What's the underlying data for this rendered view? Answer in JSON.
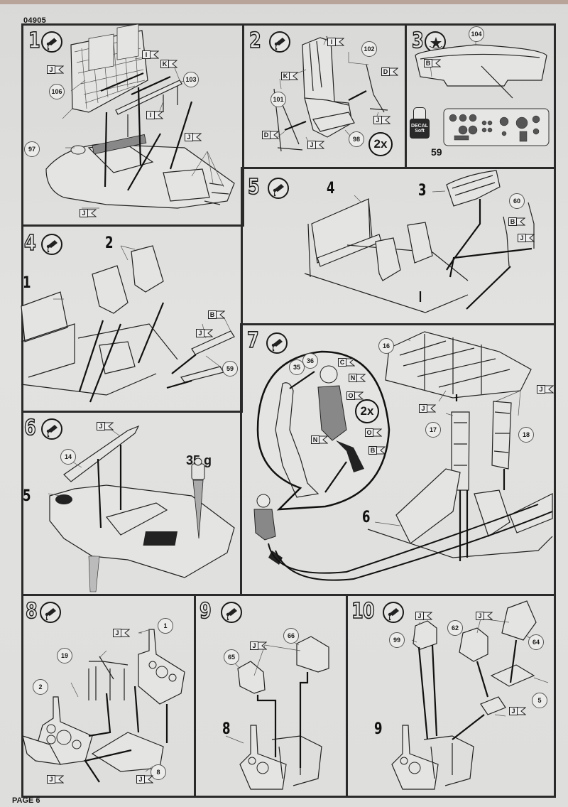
{
  "document": {
    "kit_number": "04905",
    "page_label": "PAGE 6",
    "type": "Model kit assembly instructions"
  },
  "icons": {
    "glue": "glue-tube-icon",
    "paint": "paint-star-icon",
    "part_flag": "color-flag-icon",
    "part_callout": "part-number-callout"
  },
  "steps": [
    {
      "number": "1",
      "icon": "glue",
      "parts": [
        "106",
        "103",
        "97"
      ],
      "color_flags": [
        "J",
        "I",
        "K",
        "I",
        "J",
        "J"
      ]
    },
    {
      "number": "2",
      "icon": "glue",
      "parts": [
        "101",
        "102",
        "98"
      ],
      "color_flags": [
        "I",
        "K",
        "D",
        "D",
        "J",
        "J"
      ],
      "multiplier": "2x"
    },
    {
      "number": "3",
      "icon": "paint",
      "parts": [
        "104"
      ],
      "color_flags": [
        "B"
      ],
      "decal_label": "DECAL Soft",
      "decal_number": "59"
    },
    {
      "number": "4",
      "icon": "glue",
      "subassemblies": [
        "1",
        "2"
      ],
      "parts": [
        "59"
      ],
      "color_flags": [
        "B",
        "J"
      ]
    },
    {
      "number": "5",
      "icon": "glue",
      "subassemblies": [
        "4",
        "3"
      ],
      "parts": [
        "60"
      ],
      "color_flags": [
        "B",
        "J"
      ]
    },
    {
      "number": "6",
      "icon": "glue",
      "subassemblies": [
        "5"
      ],
      "parts": [
        "14"
      ],
      "color_flags": [
        "J"
      ],
      "weight_note": "35 g"
    },
    {
      "number": "7",
      "icon": "glue",
      "subassemblies": [
        "6"
      ],
      "parts": [
        "35",
        "36",
        "16",
        "17",
        "18"
      ],
      "color_flags": [
        "C",
        "N",
        "O",
        "N",
        "O",
        "B",
        "J",
        "J"
      ],
      "multiplier": "2x"
    },
    {
      "number": "8",
      "icon": "glue",
      "parts": [
        "1",
        "19",
        "2",
        "8"
      ],
      "color_flags": [
        "J",
        "J",
        "J"
      ]
    },
    {
      "number": "9",
      "icon": "glue",
      "subassemblies": [
        "8"
      ],
      "parts": [
        "65",
        "66"
      ],
      "color_flags": [
        "J"
      ]
    },
    {
      "number": "10",
      "icon": "glue",
      "subassemblies": [
        "9"
      ],
      "parts": [
        "99",
        "62",
        "64",
        "5"
      ],
      "color_flags": [
        "J",
        "J",
        "J"
      ]
    }
  ]
}
